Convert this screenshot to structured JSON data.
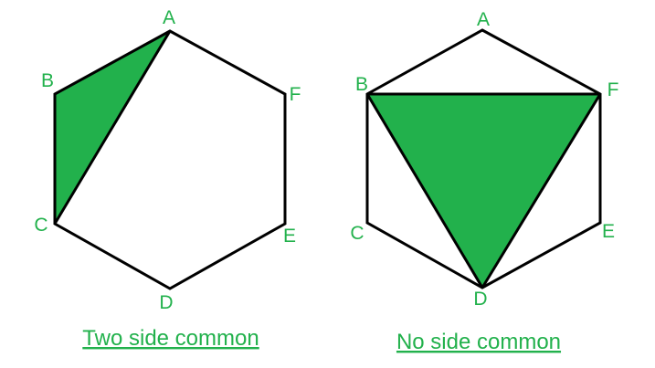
{
  "colors": {
    "accent_green": "#22b14c",
    "outline": "#000000",
    "label_green": "#22b14c",
    "background": "#ffffff"
  },
  "figures": [
    {
      "caption": "Two side common",
      "vertex_labels": {
        "A": "A",
        "B": "B",
        "C": "C",
        "D": "D",
        "E": "E",
        "F": "F"
      }
    },
    {
      "caption": "No side common",
      "vertex_labels": {
        "A": "A",
        "B": "B",
        "C": "C",
        "D": "D",
        "E": "E",
        "F": "F"
      }
    }
  ]
}
